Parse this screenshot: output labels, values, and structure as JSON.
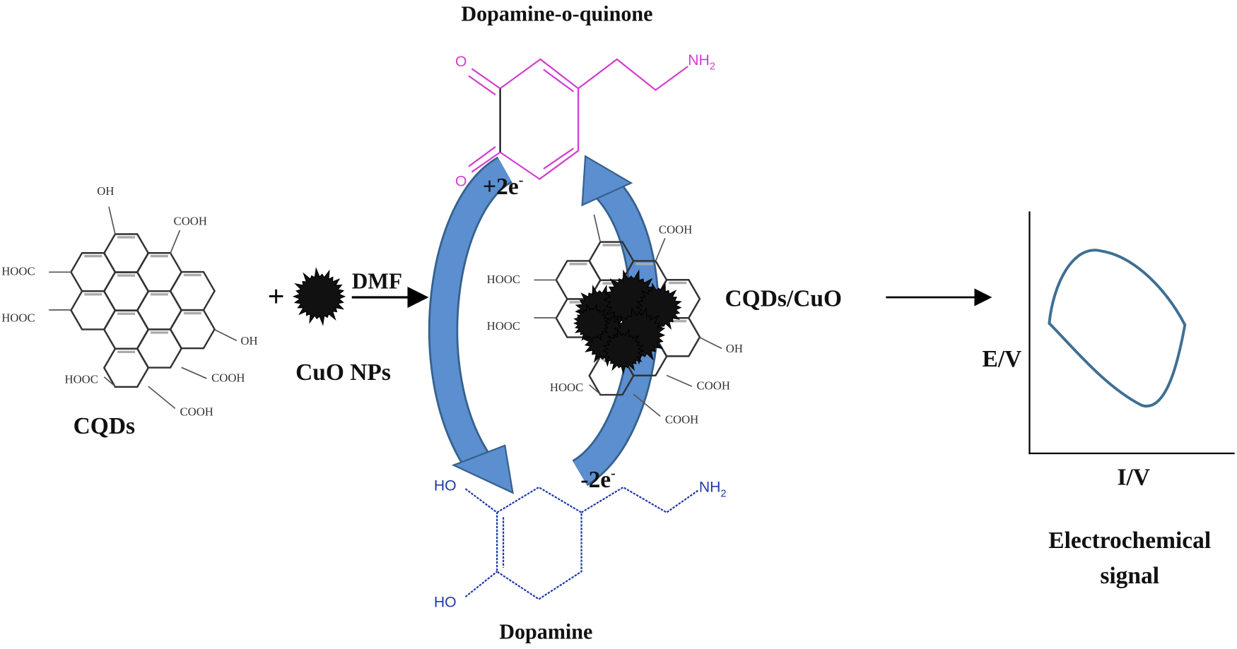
{
  "title_quinone": "Dopamine-o-quinone",
  "title_dopamine": "Dopamine",
  "quinone": {
    "o_top": "O",
    "o_bottom": "O",
    "amine": "NH",
    "amine_sub": "2"
  },
  "dopamine": {
    "ho_top": "HO",
    "ho_bottom": "HO",
    "amine": "NH",
    "amine_sub": "2"
  },
  "cqds": {
    "label": "CQDs",
    "groups": {
      "oh_top": "OH",
      "cooh_top": "COOH",
      "hooc_left1": "HOOC",
      "hooc_left2": "HOOC",
      "oh_right": "OH",
      "hooc_bottom": "HOOC",
      "cooh_bottom1": "COOH",
      "cooh_bottom2": "COOH"
    }
  },
  "composite": {
    "label": "CQDs/CuO",
    "groups": {
      "cooh_top": "COOH",
      "hooc_left1": "HOOC",
      "hooc_left2": "HOOC",
      "oh_right": "OH",
      "hooc_bottom": "HOOC",
      "cooh_bottom1": "COOH",
      "cooh_bottom2": "COOH"
    }
  },
  "plus": "+",
  "cuo_label": "CuO NPs",
  "solvent": "DMF",
  "electrons": {
    "gain": "+2e",
    "loss": "-2e",
    "sup": "-"
  },
  "plot": {
    "y_label": "E/V",
    "x_label": "I/V",
    "caption_line1": "Electrochemical",
    "caption_line2": "signal"
  },
  "colors": {
    "quinone": "#d13fd0",
    "dopamine": "#1f3aa8",
    "arrow_fill": "#5b8fcf",
    "arrow_edge": "#36618e",
    "cv_curve": "#3e6f93",
    "lattice": "#333333"
  }
}
